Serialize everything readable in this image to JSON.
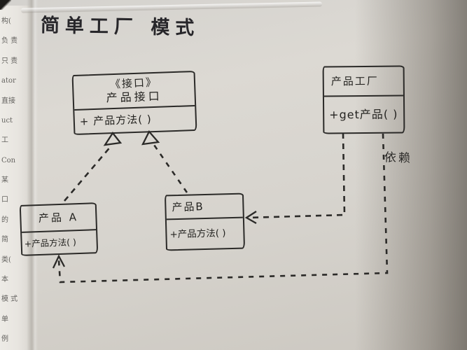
{
  "title": "简单工厂 模式",
  "classes": {
    "product_interface": {
      "stereotype": "《接口》",
      "name": "产品接口",
      "method": "+ 产品方法( )"
    },
    "product_factory": {
      "name": "产品工厂",
      "method": "+get产品( )"
    },
    "product_a": {
      "name": "产品 A",
      "method": "+产品方法( )"
    },
    "product_b": {
      "name": "产品B",
      "method": "+产品方法( )"
    }
  },
  "labels": {
    "dependency": "依赖"
  },
  "margin_text": [
    "构(",
    "负 责",
    "只 责",
    "ator",
    "直接",
    "uct",
    "工",
    "Con",
    "某",
    "口",
    "的",
    "简",
    "类(",
    "本",
    "模 式",
    "单",
    "例"
  ],
  "colors": {
    "ink": "#2b2a28",
    "paper": "#d7d4ce",
    "paper_left": "#eae8e3",
    "shadow_right": "#766f66"
  }
}
